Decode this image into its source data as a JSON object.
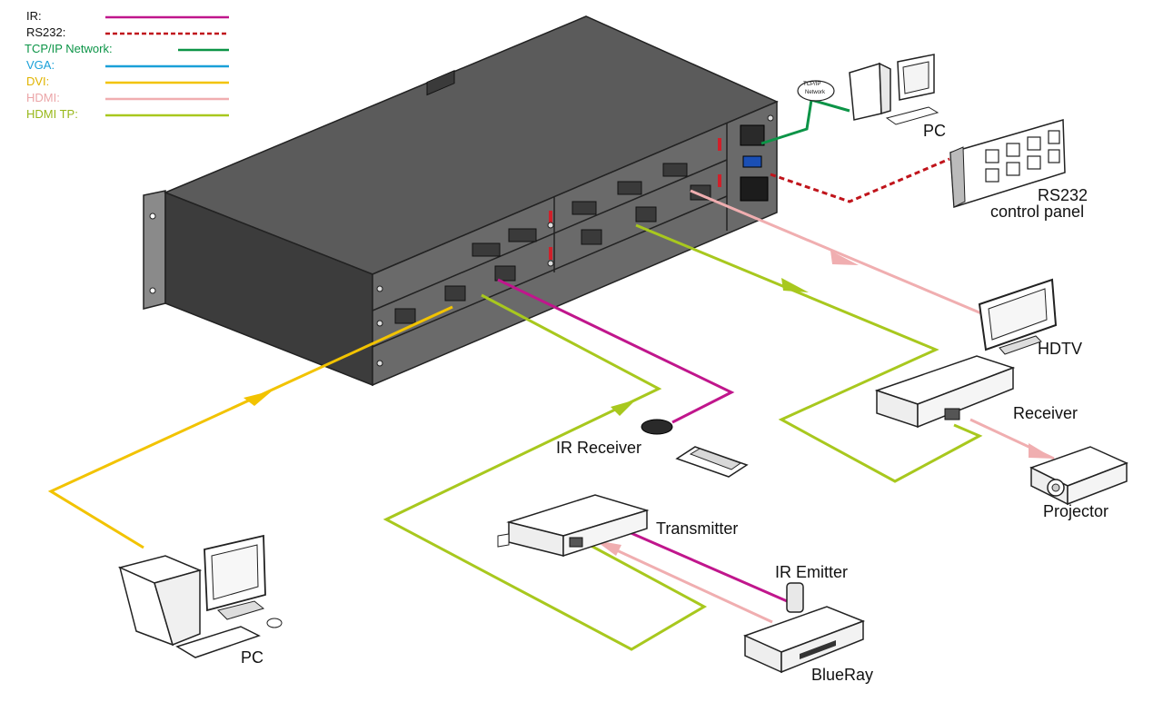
{
  "legend": {
    "items": [
      {
        "label": "IR:",
        "color": "#c0168c",
        "style": "solid"
      },
      {
        "label": "RS232:",
        "color": "#c0141b",
        "style": "dashed"
      },
      {
        "label": "TCP/IP Network:",
        "color": "#0c9447",
        "style": "solid"
      },
      {
        "label": "VGA:",
        "color": "#1aa0d8",
        "style": "solid"
      },
      {
        "label": "DVI:",
        "color": "#f2c300",
        "style": "solid"
      },
      {
        "label": "HDMI:",
        "color": "#f0aeb0",
        "style": "solid"
      },
      {
        "label": "HDMI TP:",
        "color": "#a8c81e",
        "style": "solid"
      }
    ]
  },
  "labels": {
    "pc_top": "PC",
    "rs232_panel_line1": "RS232",
    "rs232_panel_line2": "control panel",
    "hdtv": "HDTV",
    "receiver": "Receiver",
    "projector": "Projector",
    "ir_receiver": "IR Receiver",
    "transmitter": "Transmitter",
    "ir_emitter": "IR Emitter",
    "blueray": "BlueRay",
    "pc_bottom": "PC",
    "tcpip_cloud_line1": "TCP/IP",
    "tcpip_cloud_line2": "Network"
  },
  "colors": {
    "chassis_top": "#5b5b5b",
    "chassis_side": "#3c3c3c",
    "chassis_panel": "#6a6a6a"
  }
}
